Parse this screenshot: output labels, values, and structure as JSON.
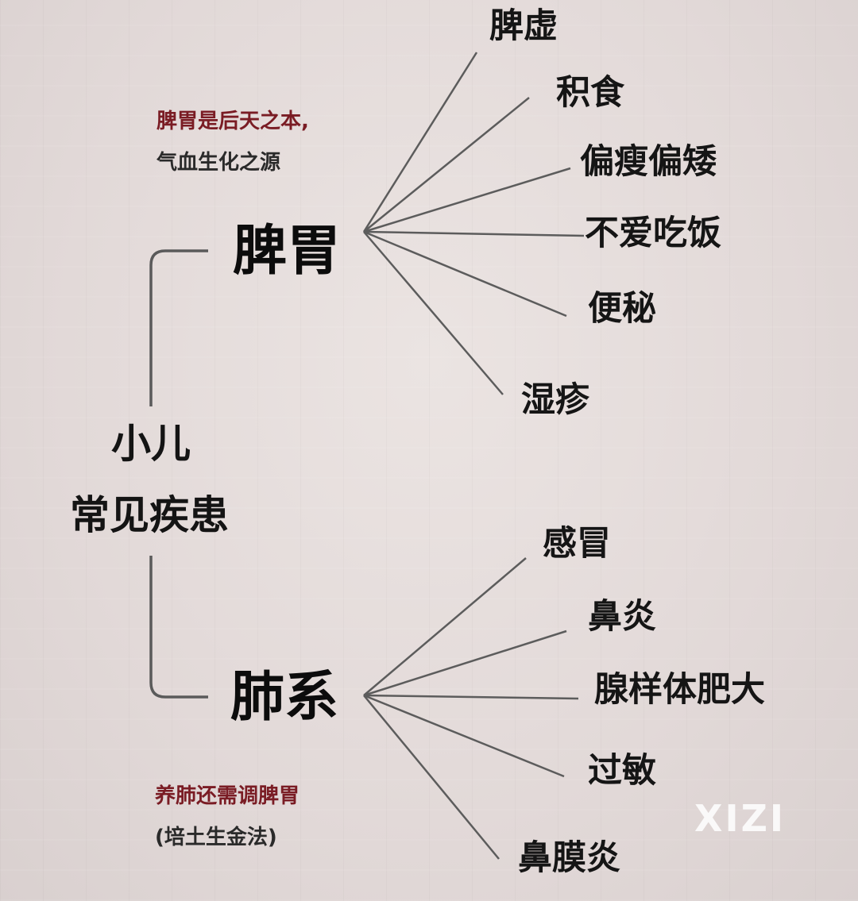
{
  "root": {
    "line1": "小儿",
    "line2": "常见疾患"
  },
  "branches": [
    {
      "label": "脾胃",
      "note": [
        "脾胃是后天之本,",
        "气血生化之源"
      ],
      "children": [
        "脾虚",
        "积食",
        "偏瘦偏矮",
        "不爱吃饭",
        "便秘",
        "湿疹"
      ]
    },
    {
      "label": "肺系",
      "note": [
        "养肺还需调脾胃",
        "(培土生金法)"
      ],
      "children": [
        "感冒",
        "鼻炎",
        "腺样体肥大",
        "过敏",
        "鼻膜炎"
      ]
    }
  ],
  "watermark": "XIZI",
  "colors": {
    "background": "#e4dcda",
    "line": "#555555",
    "note": "#7a1c24",
    "text": "#111111"
  }
}
